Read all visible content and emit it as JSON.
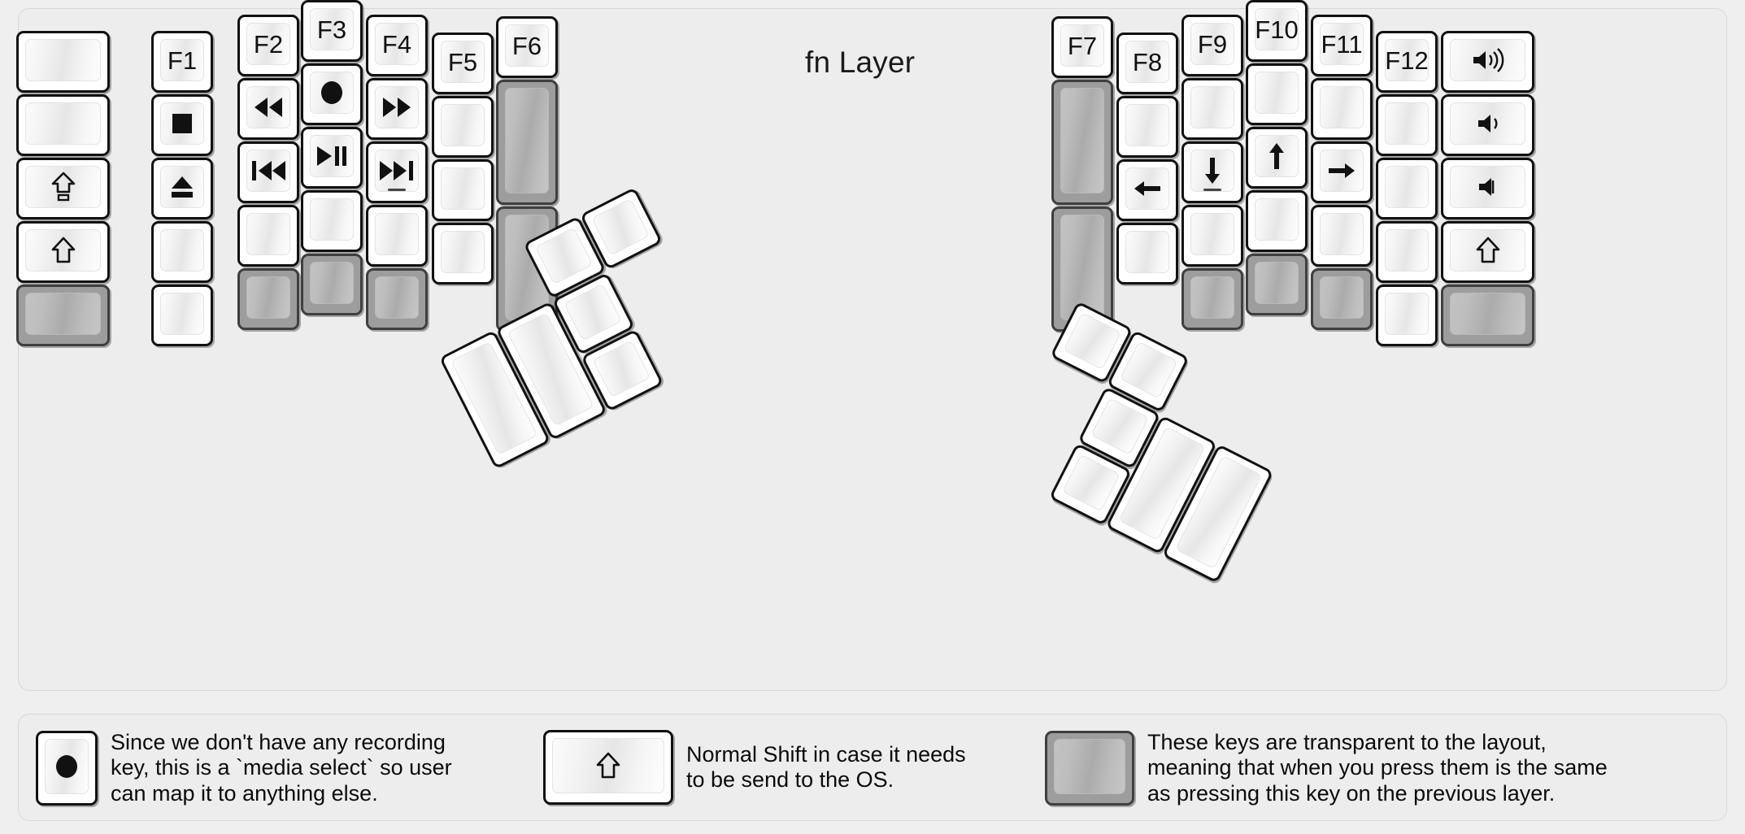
{
  "title": "fn Layer",
  "colors": {
    "background": "#efefef",
    "panel": "#ededed",
    "key_face": "#ffffff",
    "key_border": "#111111",
    "transparent_key": "#9d9d9d",
    "label": "#111111"
  },
  "left_half": {
    "columns": [
      {
        "name": "col-1",
        "width_u": 1.5,
        "keys": [
          {
            "label": "",
            "icon": "",
            "type": "normal"
          },
          {
            "label": "",
            "icon": "",
            "type": "normal"
          },
          {
            "label": "",
            "icon": "caps-lock-icon",
            "type": "normal"
          },
          {
            "label": "",
            "icon": "shift-icon",
            "type": "normal"
          },
          {
            "label": "",
            "icon": "",
            "type": "transparent"
          }
        ]
      },
      {
        "name": "col-2",
        "width_u": 1,
        "keys": [
          {
            "label": "F1",
            "icon": "",
            "type": "normal"
          },
          {
            "label": "",
            "icon": "media-stop-icon",
            "type": "normal"
          },
          {
            "label": "",
            "icon": "media-eject-icon",
            "type": "normal"
          },
          {
            "label": "",
            "icon": "",
            "type": "normal"
          },
          {
            "label": "",
            "icon": "",
            "type": "normal"
          }
        ]
      },
      {
        "name": "col-3",
        "width_u": 1,
        "keys": [
          {
            "label": "F2",
            "icon": "",
            "type": "normal"
          },
          {
            "label": "",
            "icon": "media-rewind-icon",
            "type": "normal"
          },
          {
            "label": "",
            "icon": "media-previous-track-icon",
            "type": "normal"
          },
          {
            "label": "",
            "icon": "",
            "type": "normal"
          },
          {
            "label": "",
            "icon": "",
            "type": "transparent"
          }
        ]
      },
      {
        "name": "col-4",
        "width_u": 1,
        "keys": [
          {
            "label": "F3",
            "icon": "",
            "type": "normal"
          },
          {
            "label": "",
            "icon": "media-record-icon",
            "type": "normal"
          },
          {
            "label": "",
            "icon": "media-play-pause-icon",
            "type": "normal"
          },
          {
            "label": "",
            "icon": "",
            "type": "normal"
          },
          {
            "label": "",
            "icon": "",
            "type": "transparent"
          }
        ]
      },
      {
        "name": "col-5",
        "width_u": 1,
        "keys": [
          {
            "label": "F4",
            "icon": "",
            "type": "normal"
          },
          {
            "label": "",
            "icon": "media-fast-forward-icon",
            "type": "normal"
          },
          {
            "label": "",
            "icon": "media-next-track-icon",
            "type": "normal",
            "homing": true
          },
          {
            "label": "",
            "icon": "",
            "type": "normal"
          },
          {
            "label": "",
            "icon": "",
            "type": "transparent"
          }
        ]
      },
      {
        "name": "col-6",
        "width_u": 1,
        "keys": [
          {
            "label": "F5",
            "icon": "",
            "type": "normal"
          },
          {
            "label": "",
            "icon": "",
            "type": "normal"
          },
          {
            "label": "",
            "icon": "",
            "type": "normal"
          },
          {
            "label": "",
            "icon": "",
            "type": "normal"
          }
        ]
      },
      {
        "name": "col-7",
        "width_u": 1,
        "keys": [
          {
            "label": "F6",
            "icon": "",
            "type": "normal"
          },
          {
            "label": "",
            "icon": "",
            "type": "transparent",
            "height_u": 2
          },
          {
            "label": "",
            "icon": "",
            "type": "transparent",
            "height_u": 2
          }
        ]
      }
    ]
  },
  "right_half": {
    "columns": [
      {
        "name": "col-1",
        "width_u": 1,
        "keys": [
          {
            "label": "F7",
            "icon": "",
            "type": "normal"
          },
          {
            "label": "",
            "icon": "",
            "type": "transparent",
            "height_u": 2
          },
          {
            "label": "",
            "icon": "",
            "type": "transparent",
            "height_u": 2
          }
        ]
      },
      {
        "name": "col-2",
        "width_u": 1,
        "keys": [
          {
            "label": "F8",
            "icon": "",
            "type": "normal"
          },
          {
            "label": "",
            "icon": "",
            "type": "normal"
          },
          {
            "label": "",
            "icon": "arrow-left-icon",
            "type": "normal"
          },
          {
            "label": "",
            "icon": "",
            "type": "normal"
          }
        ]
      },
      {
        "name": "col-3",
        "width_u": 1,
        "keys": [
          {
            "label": "F9",
            "icon": "",
            "type": "normal"
          },
          {
            "label": "",
            "icon": "",
            "type": "normal"
          },
          {
            "label": "",
            "icon": "arrow-down-icon",
            "type": "normal",
            "homing": true
          },
          {
            "label": "",
            "icon": "",
            "type": "normal"
          },
          {
            "label": "",
            "icon": "",
            "type": "transparent"
          }
        ]
      },
      {
        "name": "col-4",
        "width_u": 1,
        "keys": [
          {
            "label": "F10",
            "icon": "",
            "type": "normal"
          },
          {
            "label": "",
            "icon": "",
            "type": "normal"
          },
          {
            "label": "",
            "icon": "arrow-up-icon",
            "type": "normal"
          },
          {
            "label": "",
            "icon": "",
            "type": "normal"
          },
          {
            "label": "",
            "icon": "",
            "type": "transparent"
          }
        ]
      },
      {
        "name": "col-5",
        "width_u": 1,
        "keys": [
          {
            "label": "F11",
            "icon": "",
            "type": "normal"
          },
          {
            "label": "",
            "icon": "",
            "type": "normal"
          },
          {
            "label": "",
            "icon": "arrow-right-icon",
            "type": "normal"
          },
          {
            "label": "",
            "icon": "",
            "type": "normal"
          },
          {
            "label": "",
            "icon": "",
            "type": "transparent"
          }
        ]
      },
      {
        "name": "col-6",
        "width_u": 1,
        "keys": [
          {
            "label": "F12",
            "icon": "",
            "type": "normal"
          },
          {
            "label": "",
            "icon": "",
            "type": "normal"
          },
          {
            "label": "",
            "icon": "",
            "type": "normal"
          },
          {
            "label": "",
            "icon": "",
            "type": "normal"
          },
          {
            "label": "",
            "icon": "",
            "type": "normal"
          }
        ]
      },
      {
        "name": "col-7",
        "width_u": 1.5,
        "keys": [
          {
            "label": "",
            "icon": "volume-up-icon",
            "type": "normal"
          },
          {
            "label": "",
            "icon": "volume-down-icon",
            "type": "normal"
          },
          {
            "label": "",
            "icon": "volume-mute-icon",
            "type": "normal"
          },
          {
            "label": "",
            "icon": "shift-icon",
            "type": "normal"
          },
          {
            "label": "",
            "icon": "",
            "type": "transparent"
          }
        ]
      }
    ]
  },
  "left_thumb_cluster": {
    "keys": [
      {
        "name": "thumb-l-big-1",
        "label": "",
        "size": "2u",
        "type": "normal"
      },
      {
        "name": "thumb-l-big-2",
        "label": "",
        "size": "2u",
        "type": "normal"
      },
      {
        "name": "thumb-l-small-1",
        "label": "",
        "size": "1u",
        "type": "normal"
      },
      {
        "name": "thumb-l-small-2",
        "label": "",
        "size": "1u",
        "type": "normal"
      },
      {
        "name": "thumb-l-small-3",
        "label": "",
        "size": "1u",
        "type": "normal"
      },
      {
        "name": "thumb-l-small-4",
        "label": "",
        "size": "1u",
        "type": "normal"
      }
    ]
  },
  "right_thumb_cluster": {
    "keys": [
      {
        "name": "thumb-r-big-1",
        "label": "",
        "size": "2u",
        "type": "normal"
      },
      {
        "name": "thumb-r-big-2",
        "label": "",
        "size": "2u",
        "type": "normal"
      },
      {
        "name": "thumb-r-small-1",
        "label": "",
        "size": "1u",
        "type": "normal"
      },
      {
        "name": "thumb-r-small-2",
        "label": "",
        "size": "1u",
        "type": "normal"
      },
      {
        "name": "thumb-r-small-3",
        "label": "",
        "size": "1u",
        "type": "normal"
      },
      {
        "name": "thumb-r-small-4",
        "label": "",
        "size": "1u",
        "type": "normal"
      }
    ]
  },
  "legend": [
    {
      "key_icon": "media-record-icon",
      "key_type": "normal",
      "text": "Since we don't have any recording\nkey, this is a `media select` so user\ncan map it to anything else."
    },
    {
      "key_icon": "shift-icon",
      "key_type": "normal",
      "text": "Normal Shift in case it needs\nto be send to the OS."
    },
    {
      "key_icon": "",
      "key_type": "transparent",
      "text": "These keys are transparent to the layout,\nmeaning that when you press them is the same\nas pressing this key on the previous layer."
    }
  ]
}
